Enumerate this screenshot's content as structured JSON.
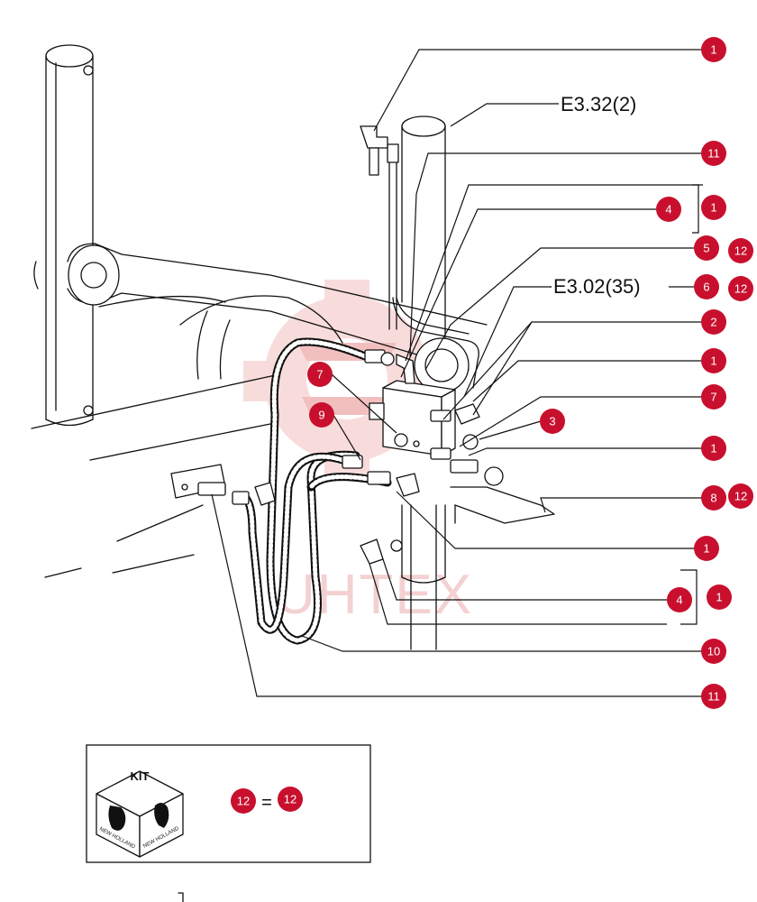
{
  "references": {
    "ref_top": "E3.32(2)",
    "ref_mid": "E3.02(35)"
  },
  "callouts": [
    {
      "id": "c1a",
      "num": "1"
    },
    {
      "id": "c11a",
      "num": "11"
    },
    {
      "id": "c4a",
      "num": "4"
    },
    {
      "id": "c1b",
      "num": "1"
    },
    {
      "id": "c5",
      "num": "5"
    },
    {
      "id": "c12a",
      "num": "12"
    },
    {
      "id": "c6",
      "num": "6"
    },
    {
      "id": "c12b",
      "num": "12"
    },
    {
      "id": "c2",
      "num": "2"
    },
    {
      "id": "c1c",
      "num": "1"
    },
    {
      "id": "c7a",
      "num": "7"
    },
    {
      "id": "c3",
      "num": "3"
    },
    {
      "id": "c1d",
      "num": "1"
    },
    {
      "id": "c8",
      "num": "8"
    },
    {
      "id": "c12c",
      "num": "12"
    },
    {
      "id": "c1e",
      "num": "1"
    },
    {
      "id": "c4b",
      "num": "4"
    },
    {
      "id": "c1f",
      "num": "1"
    },
    {
      "id": "c10",
      "num": "10"
    },
    {
      "id": "c11b",
      "num": "11"
    },
    {
      "id": "c7b",
      "num": "7"
    },
    {
      "id": "c9",
      "num": "9"
    }
  ],
  "kit": {
    "label": "KIT",
    "brand": "NEW HOLLAND",
    "left_num": "12",
    "equals": "=",
    "right_num": "12"
  },
  "watermark": "UHTEX",
  "colors": {
    "badge": "#c8102e",
    "watermark": "#f3c9c9"
  }
}
